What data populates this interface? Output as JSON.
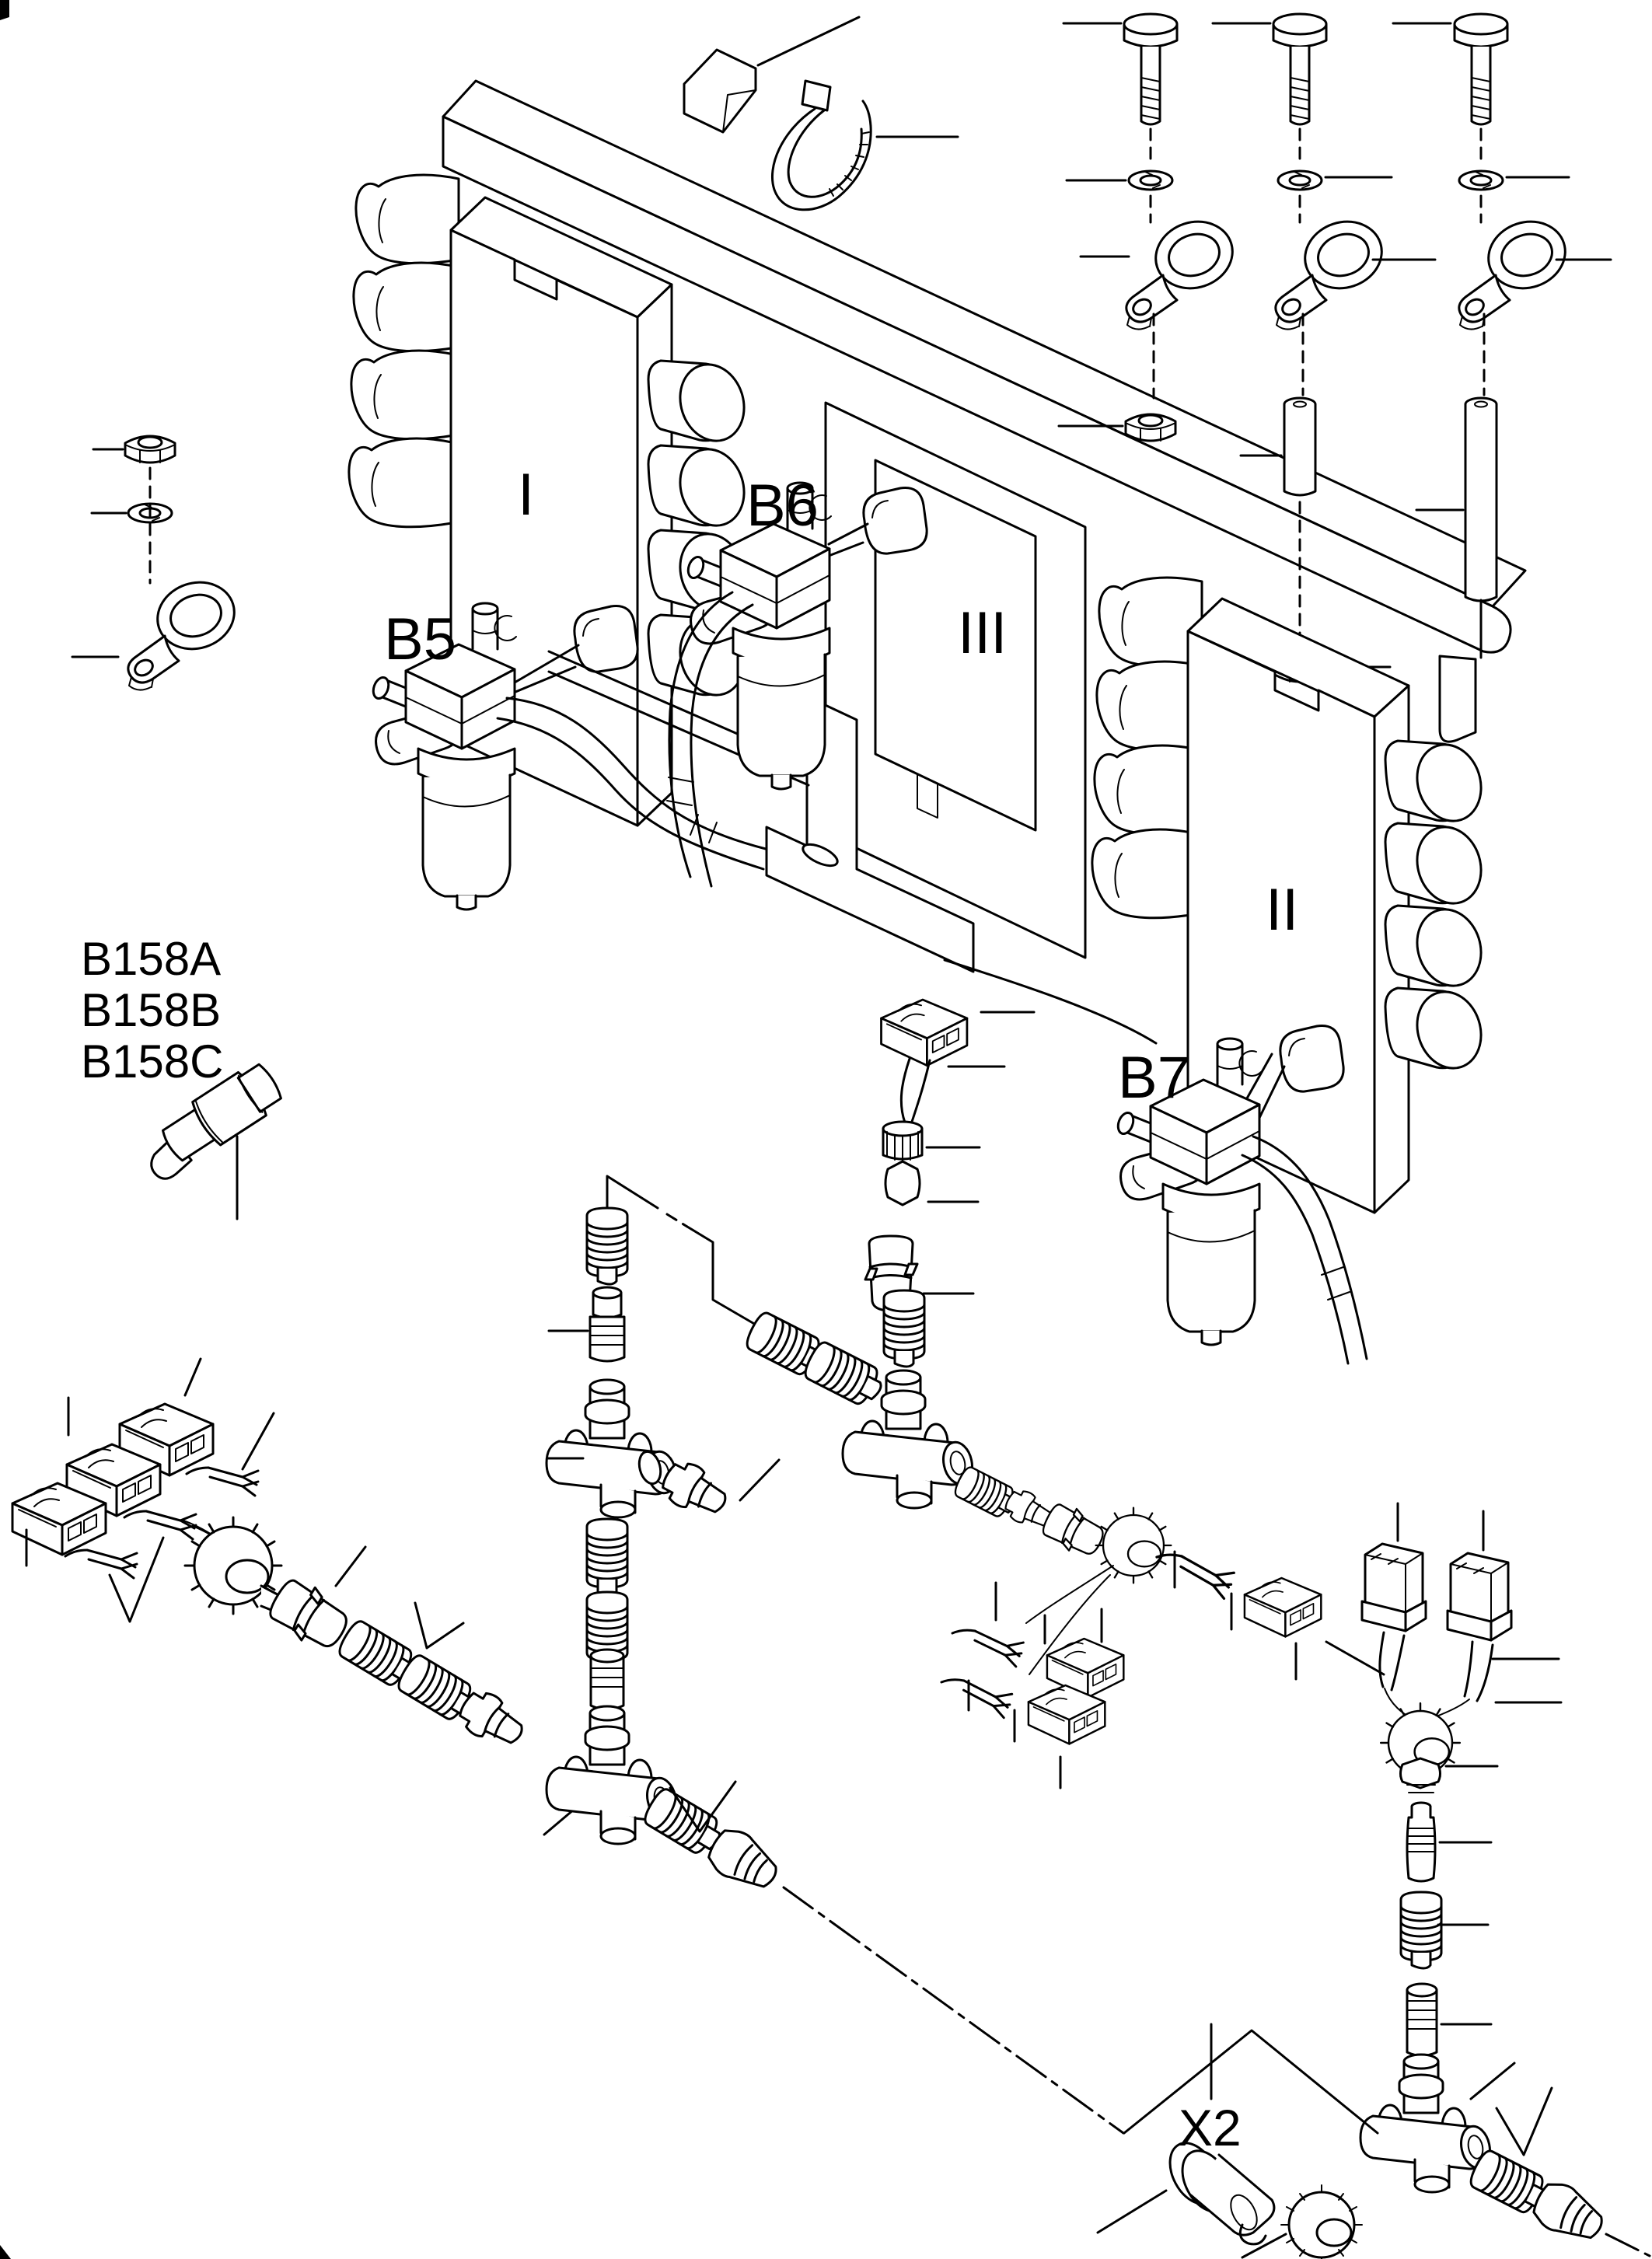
{
  "diagram": {
    "type": "exploded-parts-line-drawing",
    "line_color": "#000000",
    "background_color": "#ffffff",
    "valve_sections": [
      {
        "id": "section-1",
        "label": "I"
      },
      {
        "id": "section-2",
        "label": "II"
      },
      {
        "id": "section-3",
        "label": "III"
      }
    ],
    "pressure_sensors": [
      {
        "id": "b5",
        "label": "B5"
      },
      {
        "id": "b6",
        "label": "B6"
      },
      {
        "id": "b7",
        "label": "B7"
      }
    ],
    "sensor_variants": {
      "labels": [
        "B158A",
        "B158B",
        "B158C"
      ]
    },
    "connector": {
      "label": "X2"
    }
  }
}
